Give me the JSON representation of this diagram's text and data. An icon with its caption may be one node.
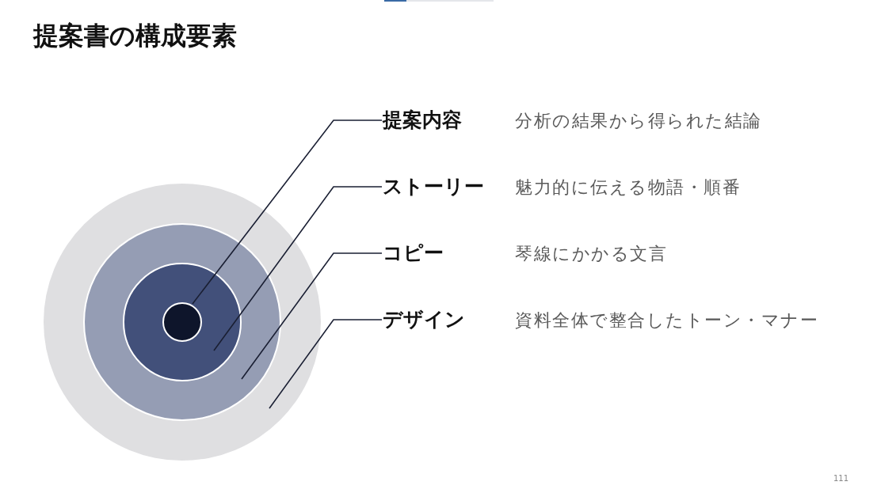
{
  "diagram": {
    "title": "提案書の構成要素",
    "nodes": [
      {
        "text": [
          "提案内容"
        ],
        "beside": [
          "分析の結果から得られた結論"
        ]
      },
      {
        "text": [
          "ストーリー"
        ],
        "beside": [
          "魅力的に伝える物語・順番"
        ]
      },
      {
        "text": [
          "コピー"
        ],
        "beside": [
          "琴線にかかる文言"
        ]
      },
      {
        "text": [
          "デザイン"
        ],
        "beside": [
          "資料全体で整合したトーン・マナー"
        ]
      },
      {
        "text": [],
        "shape": "circle"
      },
      {
        "text": [],
        "shape": "circle",
        "in": 4
      },
      {
        "text": [],
        "shape": "circle",
        "in": 5
      },
      {
        "text": [],
        "shape": "circle",
        "in": 6
      }
    ],
    "edges": [
      {
        "from": 0,
        "to": 7,
        "arrow": "none"
      },
      {
        "from": 1,
        "to": 6,
        "arrow": "none"
      },
      {
        "from": 2,
        "to": 5,
        "arrow": "none"
      },
      {
        "from": 3,
        "to": 4,
        "arrow": "none"
      }
    ],
    "labels": [
      "111"
    ]
  }
}
